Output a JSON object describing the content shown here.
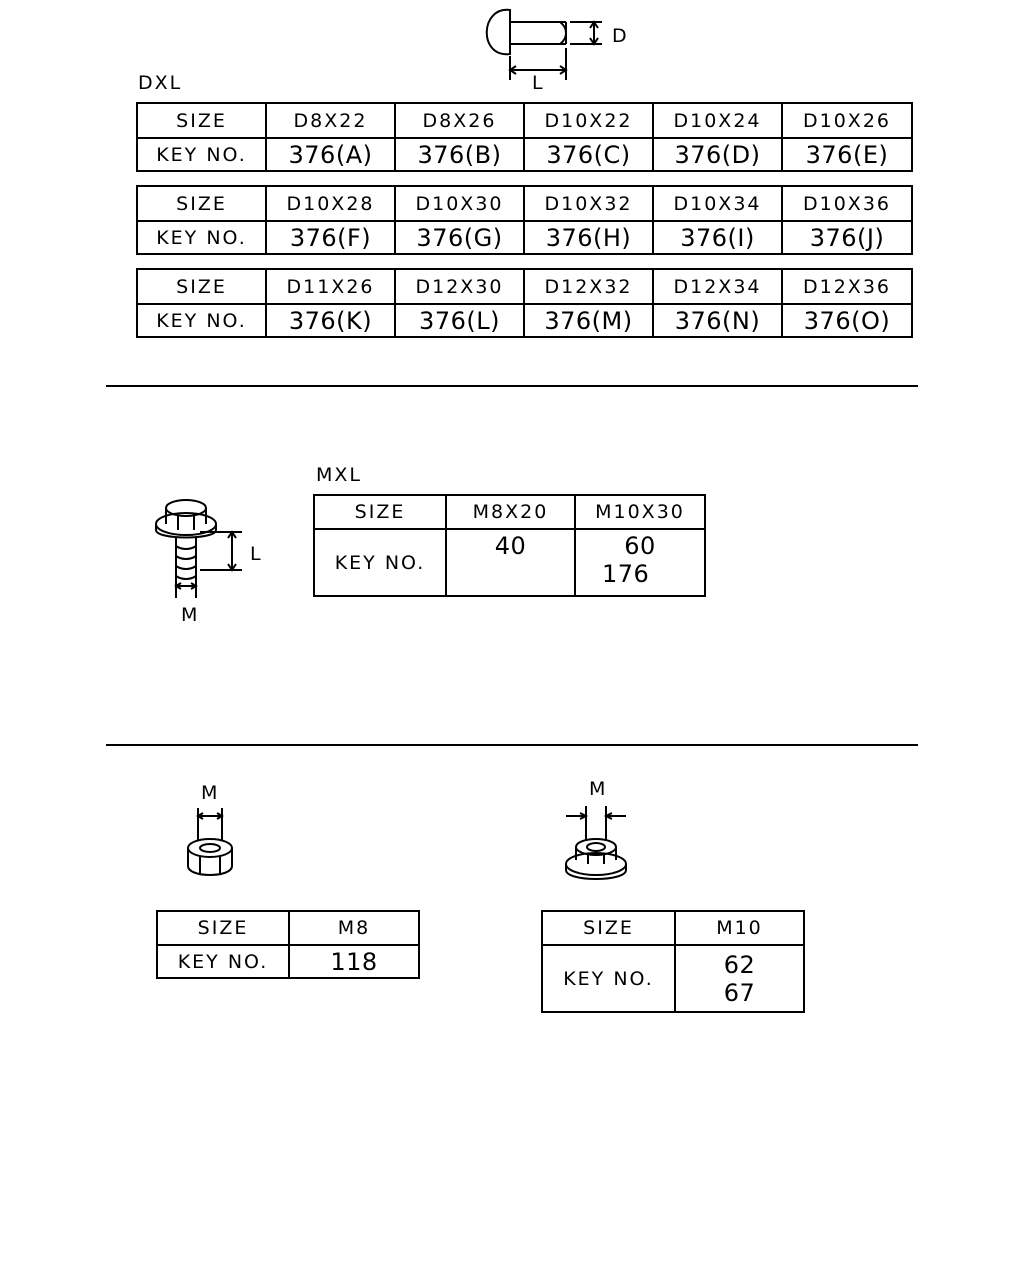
{
  "section1": {
    "label": "DXL",
    "dim_d": "D",
    "dim_l": "L",
    "tables": [
      {
        "size_label": "SIZE",
        "key_label": "KEY NO.",
        "cols": [
          {
            "size": "D8X22",
            "key": "376(A)"
          },
          {
            "size": "D8X26",
            "key": "376(B)"
          },
          {
            "size": "D10X22",
            "key": "376(C)"
          },
          {
            "size": "D10X24",
            "key": "376(D)"
          },
          {
            "size": "D10X26",
            "key": "376(E)"
          }
        ]
      },
      {
        "size_label": "SIZE",
        "key_label": "KEY NO.",
        "cols": [
          {
            "size": "D10X28",
            "key": "376(F)"
          },
          {
            "size": "D10X30",
            "key": "376(G)"
          },
          {
            "size": "D10X32",
            "key": "376(H)"
          },
          {
            "size": "D10X34",
            "key": "376(I)"
          },
          {
            "size": "D10X36",
            "key": "376(J)"
          }
        ]
      },
      {
        "size_label": "SIZE",
        "key_label": "KEY NO.",
        "cols": [
          {
            "size": "D11X26",
            "key": "376(K)"
          },
          {
            "size": "D12X30",
            "key": "376(L)"
          },
          {
            "size": "D12X32",
            "key": "376(M)"
          },
          {
            "size": "D12X34",
            "key": "376(N)"
          },
          {
            "size": "D12X36",
            "key": "376(O)"
          }
        ]
      }
    ]
  },
  "section2": {
    "label": "MXL",
    "dim_l": "L",
    "dim_m": "M",
    "size_label": "SIZE",
    "key_label": "KEY NO.",
    "cols": [
      {
        "size": "M8X20",
        "keys": [
          "40"
        ]
      },
      {
        "size": "M10X30",
        "keys": [
          "60",
          "176"
        ]
      }
    ]
  },
  "section3": {
    "nut_a": {
      "dim_m": "M",
      "size_label": "SIZE",
      "key_label": "KEY NO.",
      "size": "M8",
      "keys": [
        "118"
      ]
    },
    "nut_b": {
      "dim_m": "M",
      "size_label": "SIZE",
      "key_label": "KEY NO.",
      "size": "M10",
      "keys": [
        "62",
        "67"
      ]
    }
  }
}
